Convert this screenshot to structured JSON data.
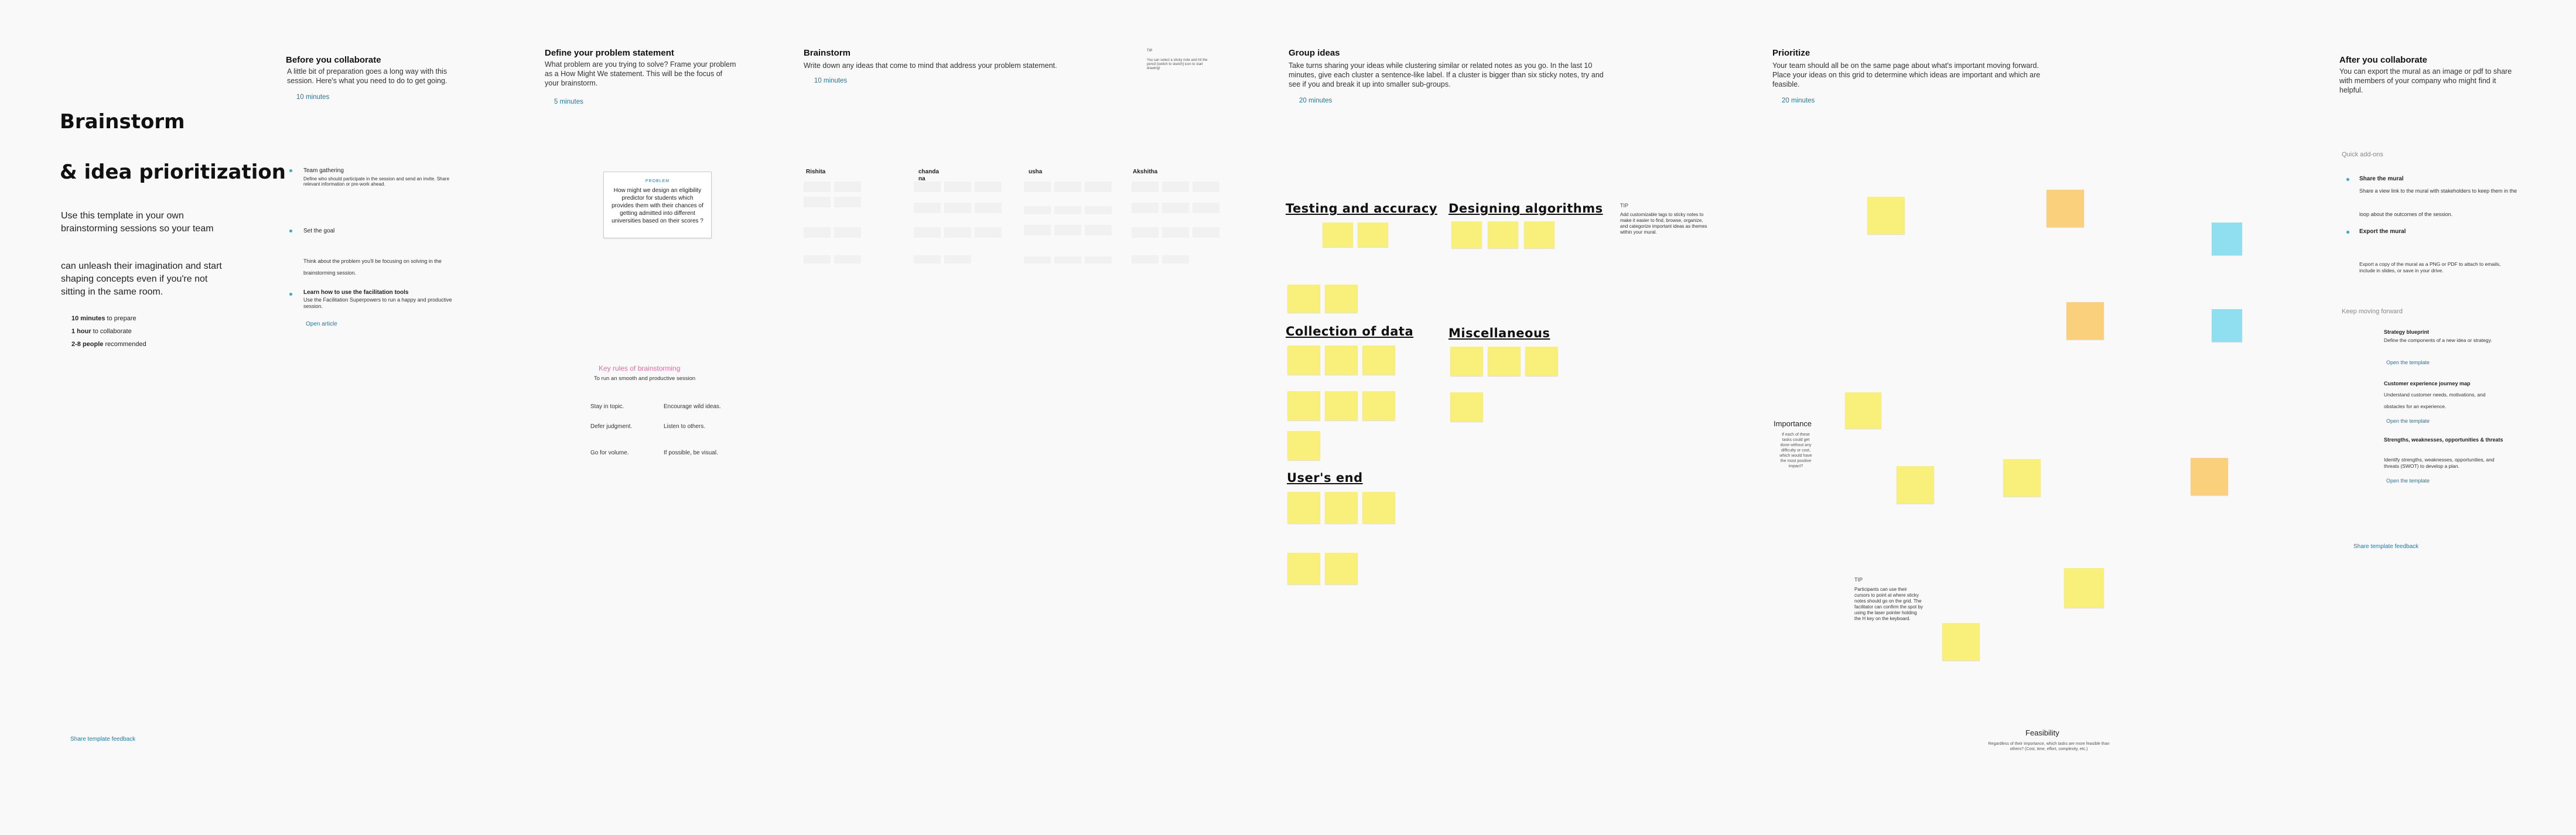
{
  "intro": {
    "title_line1": "Brainstorm",
    "title_line2": "& idea prioritization",
    "desc1": "Use this template in your own brainstorming sessions so your team",
    "desc2": "can unleash their imagination and start shaping concepts even if you're not sitting in the same room.",
    "prep_bold": "10 minutes",
    "prep_text": " to prepare",
    "collab_bold": "1 hour",
    "collab_text": " to collaborate",
    "people_bold": "2-8 people",
    "people_text": " recommended",
    "feedback": "Share template feedback"
  },
  "before": {
    "title": "Before you collaborate",
    "desc": "A little bit of preparation goes a long way with this session. Here's what you need to do to get going.",
    "duration": "10 minutes",
    "step_a_title": "Team gathering",
    "step_a_text": "Define who should participate in the session and send an invite. Share relevant information or pre-work ahead.",
    "step_b_title": "Set the goal",
    "step_b_text": "Think about the problem you'll be focusing on solving in the brainstorming session.",
    "step_c_title": "Learn how to use the facilitation tools",
    "step_c_text": "Use the Facilitation Superpowers to run a happy and productive session.",
    "open_article": "Open article"
  },
  "define": {
    "title": "Define your problem statement",
    "desc": "What problem are you trying to solve? Frame your problem as a How Might We statement. This will be the focus of your brainstorm.",
    "duration": "5 minutes",
    "card_label": "PROBLEM",
    "card_text": "How might we design an eligibility predictor for students which provides them with their chances of getting admitted into different universities based on their scores ?",
    "rules_title": "Key rules of brainstorming",
    "rules_sub": "To run an smooth and productive session",
    "rules": [
      "Stay in topic.",
      "Encourage wild ideas.",
      "Defer judgment.",
      "Listen to others.",
      "Go for volume.",
      "If possible, be visual."
    ]
  },
  "brainstorm": {
    "title": "Brainstorm",
    "desc": "Write down any ideas that come to mind that address your problem statement.",
    "duration": "10 minutes",
    "tip_label": "TIP",
    "tip_text": "You can select a sticky note and hit the pencil [switch to sketch] icon to start drawing!",
    "columns": [
      "Rishita",
      "chanda na",
      "usha",
      "Akshitha"
    ]
  },
  "group": {
    "title": "Group ideas",
    "desc": "Take turns sharing your ideas while clustering similar or related notes as you go. In the last 10 minutes, give each cluster a sentence-like label. If a cluster is bigger than six sticky notes, try and see if you and break it up into smaller sub-groups.",
    "duration": "20 minutes",
    "tip_label": "TIP",
    "tip_text": "Add customizable tags to sticky notes to make it easier to find, browse, organize, and categorize important ideas as themes within your mural.",
    "clusters": [
      "Testing and accuracy",
      "Designing algorithms",
      "Collection of data",
      "Miscellaneous",
      "User's end"
    ]
  },
  "prioritize": {
    "title": "Prioritize",
    "desc": "Your team should all be on the same page about what's important moving forward. Place your ideas on this grid to determine which ideas are important and which are feasible.",
    "duration": "20 minutes",
    "importance_label": "Importance",
    "importance_text": "If each of these tasks could get done without any difficulty or cost, which would have the most positive impact?",
    "feasibility_label": "Feasibility",
    "feasibility_text": "Regardless of their importance, which tasks are more feasible than others? (Cost, time, effort, complexity, etc.)",
    "tip_label": "TIP",
    "tip_text": "Participants can use their cursors to point at where sticky notes should go on the grid. The facilitator can confirm the spot by using the laser pointer holding the H key on the keyboard."
  },
  "after": {
    "title": "After you collaborate",
    "desc": "You can export the mural as an image or pdf to share with members of your company who might find it helpful.",
    "quick_addons": "Quick add-ons",
    "share_title": "Share the mural",
    "share_text": "Share a view link to the mural with stakeholders to keep them in the loop about the outcomes of the session.",
    "export_title": "Export the mural",
    "export_text": "Export a copy of the mural as a PNG or PDF to attach to emails, include in slides, or save in your drive.",
    "keep_moving": "Keep moving forward",
    "templates": [
      {
        "title": "Strategy blueprint",
        "text": "Define the components of a new idea or strategy.",
        "link": "Open the template"
      },
      {
        "title": "Customer experience journey map",
        "text": "Understand customer needs, motivations, and obstacles for an experience.",
        "link": "Open the template"
      },
      {
        "title": "Strengths, weaknesses, opportunities & threats",
        "text": "Identify strengths, weaknesses, opportunities, and threats (SWOT) to develop a plan.",
        "link": "Open the template"
      }
    ],
    "feedback": "Share template feedback"
  },
  "colors": {
    "accent": "#1a7aa8",
    "sticky_yellow": "#f8f07a",
    "sticky_orange": "#fbd07c",
    "sticky_blue": "#8fdff0",
    "rules_pink": "#e86aa0"
  }
}
